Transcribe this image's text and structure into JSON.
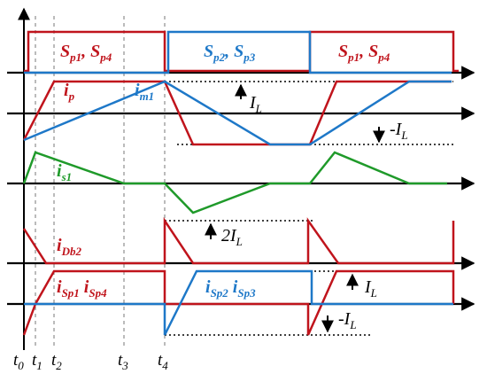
{
  "colors": {
    "red": "#c0141c",
    "blue": "#1e78c8",
    "green": "#1f9a2a",
    "black": "#000000"
  },
  "switch_labels": {
    "left": {
      "a": "S",
      "a_sub": "p1",
      "sep": ", ",
      "b": "S",
      "b_sub": "p4"
    },
    "middle": {
      "a": "S",
      "a_sub": "p2",
      "sep": ", ",
      "b": "S",
      "b_sub": "p3"
    },
    "right": {
      "a": "S",
      "a_sub": "p1",
      "sep": ", ",
      "b": "S",
      "b_sub": "p4"
    }
  },
  "signal_labels": {
    "ip": {
      "base": "i",
      "sub": "p"
    },
    "im1": {
      "base": "i",
      "sub": "m1"
    },
    "is1": {
      "base": "i",
      "sub": "s1"
    },
    "iDb2": {
      "base": "i",
      "sub": "Db2"
    },
    "iSp1": {
      "base": "i",
      "sub": "Sp1"
    },
    "iSp4": {
      "base": "i",
      "sub": "Sp4"
    },
    "iSp2": {
      "base": "i",
      "sub": "Sp2"
    },
    "iSp3": {
      "base": "i",
      "sub": "Sp3"
    }
  },
  "annotations": {
    "IL_pos_1": {
      "base": "I",
      "sub": "L"
    },
    "IL_neg_1": {
      "base": "-I",
      "sub": "L"
    },
    "twoIL": {
      "base": "2I",
      "sub": "L"
    },
    "IL_pos_2": {
      "base": "I",
      "sub": "L"
    },
    "IL_neg_2": {
      "base": "-I",
      "sub": "L"
    }
  },
  "time_labels": [
    {
      "base": "t",
      "sub": "0"
    },
    {
      "base": "t",
      "sub": "1"
    },
    {
      "base": "t",
      "sub": "2"
    },
    {
      "base": "t",
      "sub": "3"
    },
    {
      "base": "t",
      "sub": "4"
    }
  ]
}
